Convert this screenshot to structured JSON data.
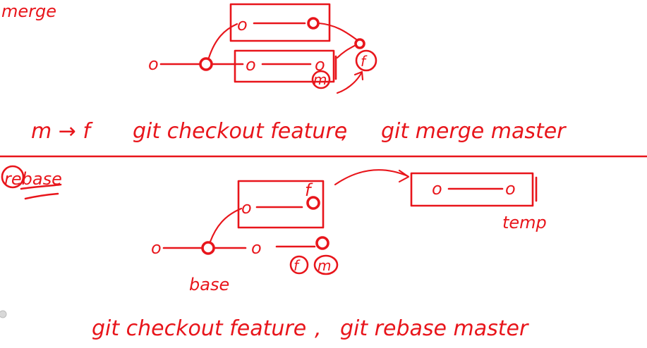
{
  "colors": {
    "ink": "#e8151b",
    "background": "#ffffff"
  },
  "merge": {
    "heading": "merge",
    "commit_label": "o",
    "master_label": "m",
    "feature_label": "f",
    "command": {
      "relation": "m → f",
      "checkout": "git checkout feature",
      "merge": "git merge master"
    }
  },
  "rebase": {
    "heading": "rebase",
    "commit_label": "o",
    "base_label": "base",
    "temp_label": "temp",
    "master_label": "m",
    "feature_label": "f",
    "command": {
      "checkout": "git checkout feature",
      "rebase": "git rebase master"
    }
  }
}
